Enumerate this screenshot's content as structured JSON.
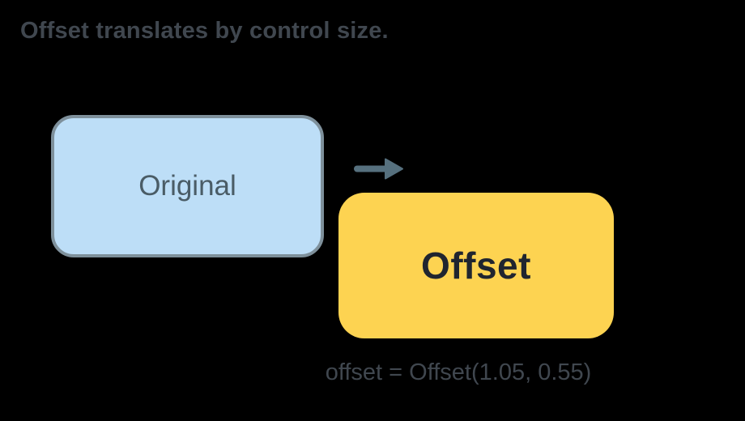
{
  "title": "Offset translates by control size.",
  "diagram": {
    "original_box": {
      "label": "Original"
    },
    "offset_box": {
      "label": "Offset"
    },
    "arrow_icon": "right-arrow-icon",
    "caption": "offset = Offset(1.05, 0.55)"
  },
  "colors": {
    "background": "#000000",
    "title_text": "#40474F",
    "original_fill": "#BDDEF7",
    "original_border": "#7E909B",
    "original_text": "#4A5C66",
    "offset_fill": "#FDD351",
    "offset_text": "#20252F",
    "arrow": "#56707E",
    "caption_text": "#40474F"
  }
}
